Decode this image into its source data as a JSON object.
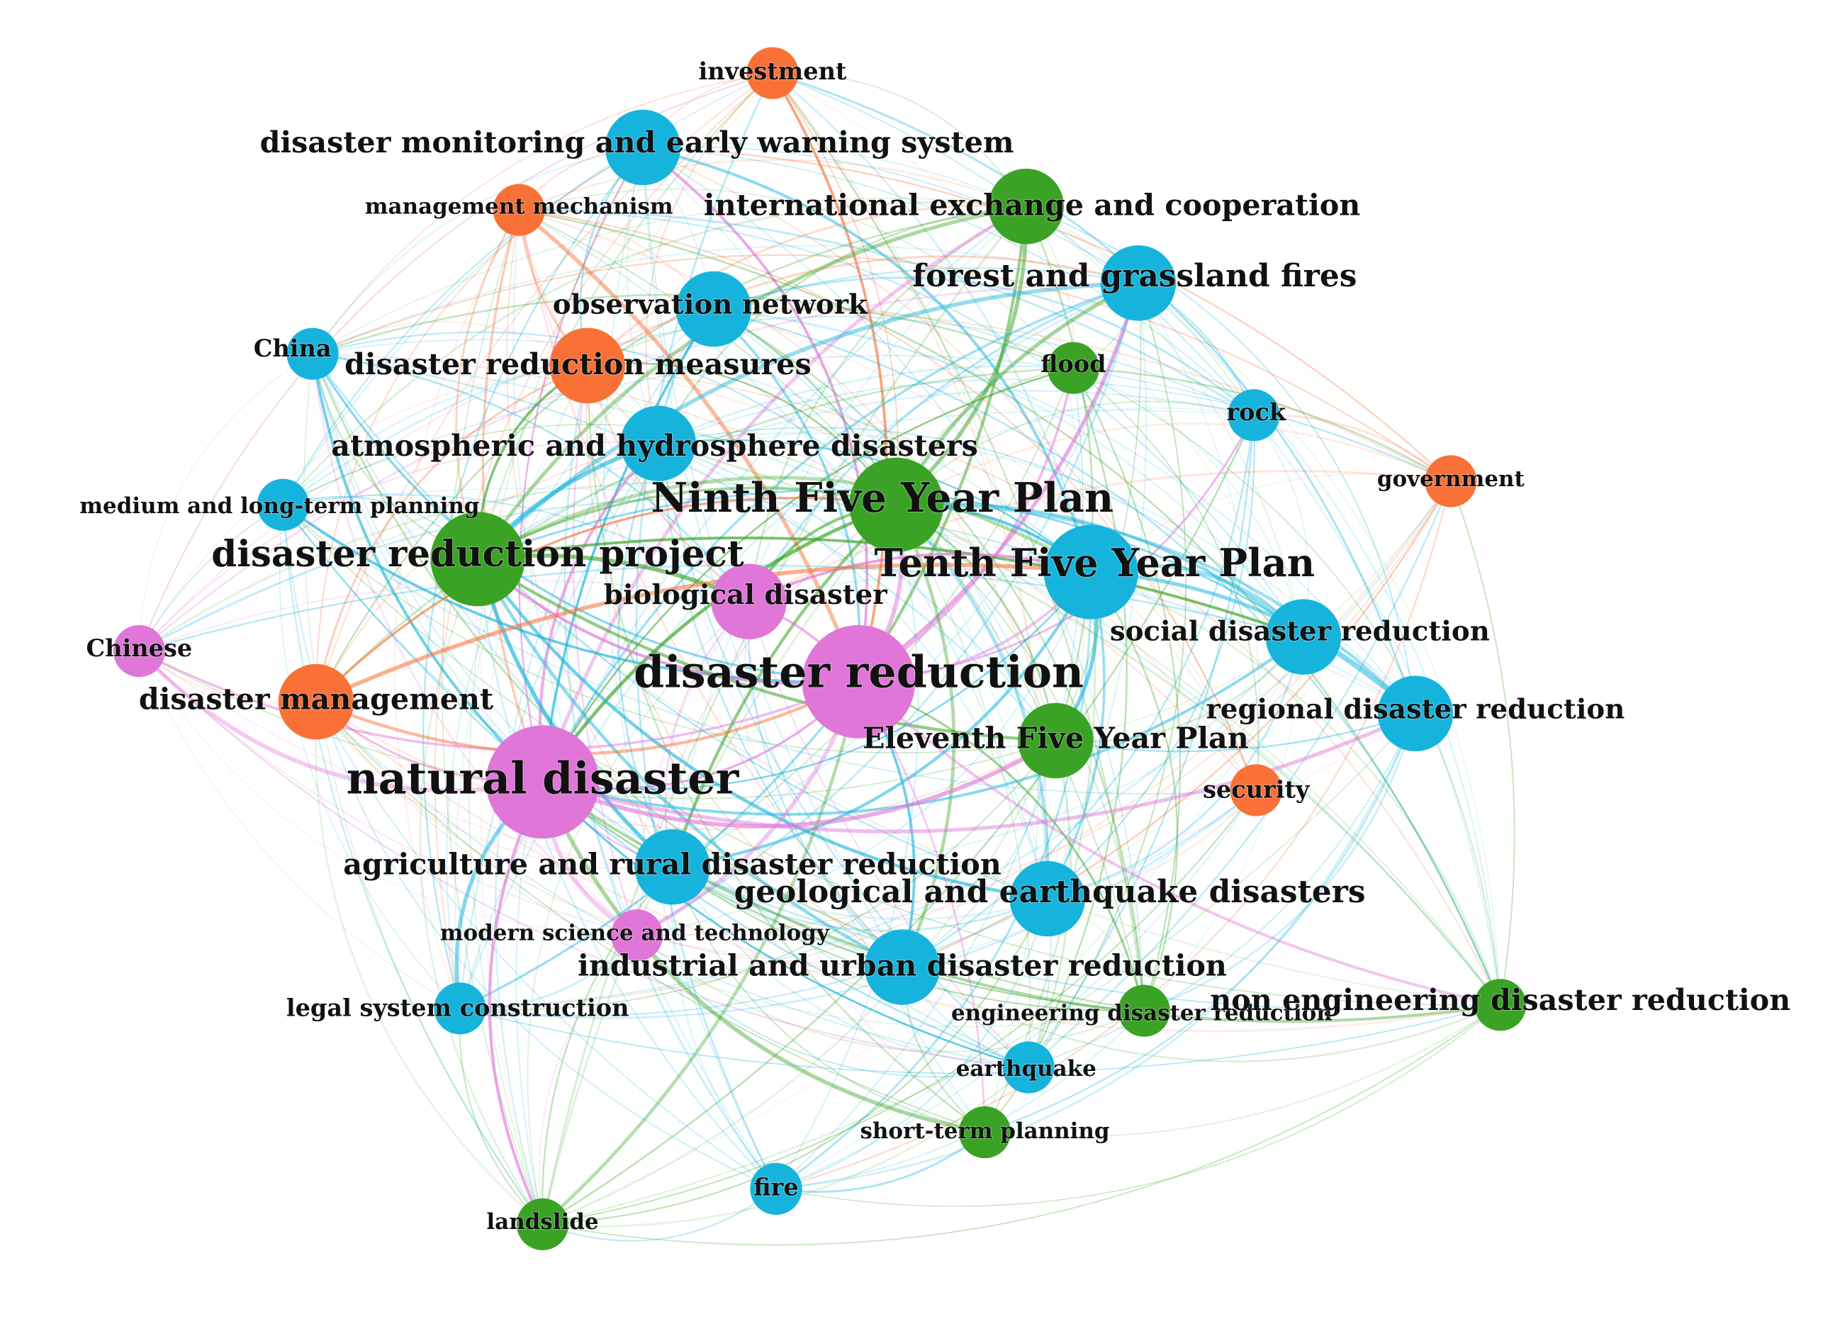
{
  "palette": {
    "blue": "#16b4dc",
    "green": "#3aa325",
    "orange": "#f97137",
    "pink": "#e076d8"
  },
  "nodes": [
    {
      "id": "investment",
      "label": "investment",
      "group": "orange",
      "size": 2
    },
    {
      "id": "dmews",
      "label": "disaster monitoring and early warning system",
      "group": "blue",
      "size": 3
    },
    {
      "id": "mgmt_mech",
      "label": "management mechanism",
      "group": "orange",
      "size": 2
    },
    {
      "id": "intl",
      "label": "international exchange and cooperation",
      "group": "green",
      "size": 3
    },
    {
      "id": "forest",
      "label": "forest and grassland fires",
      "group": "blue",
      "size": 3
    },
    {
      "id": "obs",
      "label": "observation network",
      "group": "blue",
      "size": 3
    },
    {
      "id": "china",
      "label": "China",
      "group": "blue",
      "size": 2
    },
    {
      "id": "drm",
      "label": "disaster reduction measures",
      "group": "orange",
      "size": 3
    },
    {
      "id": "flood",
      "label": "flood",
      "group": "green",
      "size": 2
    },
    {
      "id": "rock",
      "label": "rock",
      "group": "blue",
      "size": 2
    },
    {
      "id": "atmo",
      "label": "atmospheric and hydrosphere disasters",
      "group": "blue",
      "size": 3
    },
    {
      "id": "government",
      "label": "government",
      "group": "orange",
      "size": 2
    },
    {
      "id": "mltp",
      "label": "medium and long-term planning",
      "group": "blue",
      "size": 2
    },
    {
      "id": "ninth",
      "label": "Ninth Five Year Plan",
      "group": "green",
      "size": 4
    },
    {
      "id": "drp",
      "label": "disaster reduction project",
      "group": "green",
      "size": 4
    },
    {
      "id": "tenth",
      "label": "Tenth Five Year Plan",
      "group": "blue",
      "size": 4
    },
    {
      "id": "bio",
      "label": "biological disaster",
      "group": "pink",
      "size": 3
    },
    {
      "id": "social",
      "label": "social disaster reduction",
      "group": "blue",
      "size": 3
    },
    {
      "id": "chinese",
      "label": "Chinese",
      "group": "pink",
      "size": 2
    },
    {
      "id": "dr",
      "label": "disaster reduction",
      "group": "pink",
      "size": 5
    },
    {
      "id": "dmgmt",
      "label": "disaster management",
      "group": "orange",
      "size": 3
    },
    {
      "id": "regional",
      "label": "regional disaster reduction",
      "group": "blue",
      "size": 3
    },
    {
      "id": "eleventh",
      "label": "Eleventh Five Year Plan",
      "group": "green",
      "size": 3
    },
    {
      "id": "natural",
      "label": "natural disaster",
      "group": "pink",
      "size": 5
    },
    {
      "id": "security",
      "label": "security",
      "group": "orange",
      "size": 2
    },
    {
      "id": "agri",
      "label": "agriculture and rural disaster reduction",
      "group": "blue",
      "size": 3
    },
    {
      "id": "geo",
      "label": "geological and earthquake disasters",
      "group": "blue",
      "size": 3
    },
    {
      "id": "modern",
      "label": "modern science and technology",
      "group": "pink",
      "size": 2
    },
    {
      "id": "industrial",
      "label": "industrial and urban disaster reduction",
      "group": "blue",
      "size": 3
    },
    {
      "id": "legal",
      "label": "legal system construction",
      "group": "blue",
      "size": 2
    },
    {
      "id": "engineering",
      "label": "engineering disaster reduction",
      "group": "green",
      "size": 2
    },
    {
      "id": "nonengineering",
      "label": "non engineering disaster reduction",
      "group": "green",
      "size": 2
    },
    {
      "id": "earthquake",
      "label": "earthquake",
      "group": "blue",
      "size": 2
    },
    {
      "id": "shortterm",
      "label": "short-term planning",
      "group": "green",
      "size": 2
    },
    {
      "id": "fire",
      "label": "fire",
      "group": "blue",
      "size": 2
    },
    {
      "id": "landslide",
      "label": "landslide",
      "group": "green",
      "size": 2
    }
  ]
}
